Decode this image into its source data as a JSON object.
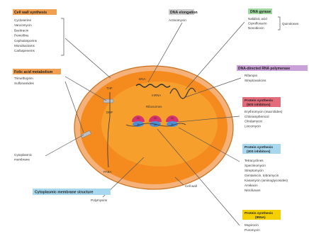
{
  "cell_wall_synthesis": {
    "title": "Cell wall synthesis",
    "color": "#f0a050",
    "items": [
      "Cycloserine",
      "Vancomycin",
      "Bacitracin",
      "Penicillins",
      "Cephalosporins",
      "Monobactams",
      "Carbapenems"
    ]
  },
  "folic_acid": {
    "title": "Folic acid metabolism",
    "color": "#f0a050",
    "items": [
      "Trimethoprim",
      "Sulfonamides"
    ]
  },
  "cytoplasmic_membrane": {
    "items": [
      "Cytoplasmic",
      "membrane"
    ]
  },
  "membrane_structure": {
    "title": "Cytoplasmic membrane structure",
    "color": "#a8d8f0",
    "items": [
      "Polymyxins"
    ]
  },
  "dna_elongation": {
    "title": "DNA elongation",
    "color": "#cccccc",
    "items": [
      "Actinomycin"
    ]
  },
  "dna_gyrase": {
    "title": "DNA gyrase",
    "color": "#9ed89e",
    "items": [
      "Nalidixic acid",
      "Ciprofloxacin",
      "Novobiocin"
    ],
    "group_label": "Quinolones"
  },
  "rna_polymerase": {
    "title": "DNA-directed RNA polymerase",
    "color": "#c9a0d8",
    "items": [
      "Rifampin",
      "Streptovaricins"
    ]
  },
  "protein_50s": {
    "title": "Protein synthesis",
    "subtitle": "(50S inhibitors)",
    "color": "#e36b7a",
    "items": [
      "Erythromycin (macrolides)",
      "Chloramphenicol",
      "Clindamycin",
      "Lincomycin"
    ]
  },
  "protein_30s": {
    "title": "Protein synthesis",
    "subtitle": "(30S inhibitors)",
    "color": "#a8d8f0",
    "items": [
      "Tetracyclines",
      "Spectinomycin",
      "Streptomycin",
      "Gentamicin, tobramycin",
      "Kanamycin (aminoglycosides)",
      "Amikacin",
      "Nitrofurans"
    ]
  },
  "protein_trna": {
    "title": "Protein synthesis",
    "subtitle": "(tRNA)",
    "color": "#f5d000",
    "items": [
      "Mupirocin",
      "Puromycin"
    ]
  },
  "cell_labels": {
    "dna": "DNA",
    "mrna": "mRNA",
    "ribosomes": "Ribosomes",
    "thf": "THF",
    "dhf": "DHF",
    "paba": "PABA",
    "cell_wall": "Cell wall",
    "ribosome_50": "50",
    "ribosome_30": "30"
  },
  "colors": {
    "cell_outer": "#e26b1e",
    "cell_wall_ring": "#f4b27a",
    "cytoplasm": "#f58a1f",
    "cytoplasm_core": "#f7a230",
    "ribosome_50": "#d6336c",
    "ribosome_30": "#4f8fd6"
  }
}
